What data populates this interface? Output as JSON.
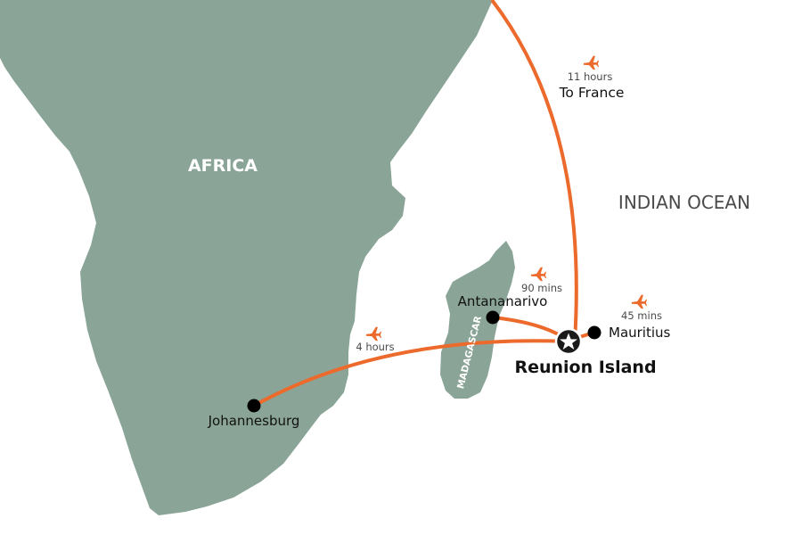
{
  "map": {
    "colors": {
      "land": "#8aa597",
      "water": "#ffffff",
      "route": "#ec6a2c",
      "marker": "#000000",
      "hub_fill": "#1a1a1a",
      "text": "#111111",
      "ocean_text": "#4a4a4a",
      "plane_icon": "#ec6a2c"
    },
    "labels": {
      "africa": "AFRICA",
      "madagascar": "MADAGASCAR",
      "indian_ocean": "INDIAN OCEAN"
    },
    "hub": {
      "name": "Reunion Island",
      "icon": "star-icon"
    },
    "cities": [
      {
        "name": "Antananarivo"
      },
      {
        "name": "Mauritius"
      },
      {
        "name": "Johannesburg"
      }
    ],
    "routes": [
      {
        "destination": "To France",
        "duration": "11 hours",
        "icon": "airplane-icon"
      },
      {
        "destination": "Antananarivo",
        "duration": "90 mins",
        "icon": "airplane-icon"
      },
      {
        "destination": "Mauritius",
        "duration": "45 mins",
        "icon": "airplane-icon"
      },
      {
        "destination": "Johannesburg",
        "duration": "4 hours",
        "icon": "airplane-icon"
      }
    ]
  }
}
